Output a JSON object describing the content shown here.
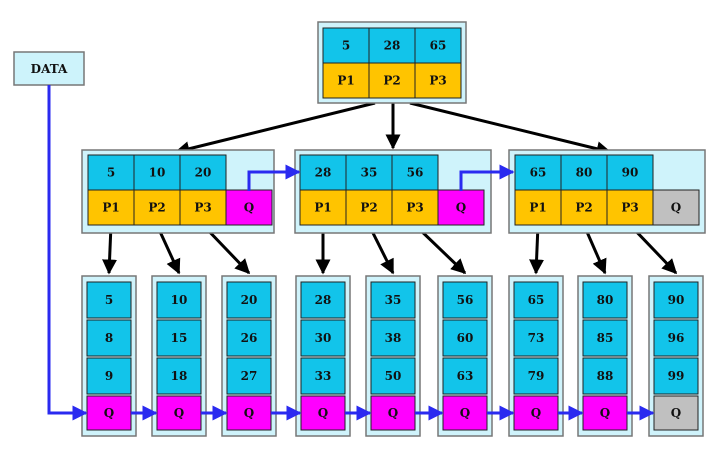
{
  "input_label": "DATA",
  "colors": {
    "key_cell": "#12c4ea",
    "pointer_cell": "#ffc400",
    "next_pointer": "#ff00ff",
    "null_pointer": "#c0c0c0",
    "node_background": "#cff3fb",
    "node_border": "#777777",
    "tree_arrow": "#000000",
    "link_arrow": "#2a2af0",
    "data_box": "#cdf3fb"
  },
  "root": {
    "keys": [
      "5",
      "28",
      "65"
    ],
    "pointers": [
      "P1",
      "P2",
      "P3"
    ]
  },
  "branches": [
    {
      "keys": [
        "5",
        "10",
        "20"
      ],
      "pointers": [
        "P1",
        "P2",
        "P3"
      ],
      "next": "Q",
      "next_is_null": false
    },
    {
      "keys": [
        "28",
        "35",
        "56"
      ],
      "pointers": [
        "P1",
        "P2",
        "P3"
      ],
      "next": "Q",
      "next_is_null": false
    },
    {
      "keys": [
        "65",
        "80",
        "90"
      ],
      "pointers": [
        "P1",
        "P2",
        "P3"
      ],
      "next": "Q",
      "next_is_null": true
    }
  ],
  "leaves": [
    {
      "keys": [
        "5",
        "8",
        "9"
      ],
      "next": "Q",
      "next_is_null": false
    },
    {
      "keys": [
        "10",
        "15",
        "18"
      ],
      "next": "Q",
      "next_is_null": false
    },
    {
      "keys": [
        "20",
        "26",
        "27"
      ],
      "next": "Q",
      "next_is_null": false
    },
    {
      "keys": [
        "28",
        "30",
        "33"
      ],
      "next": "Q",
      "next_is_null": false
    },
    {
      "keys": [
        "35",
        "38",
        "50"
      ],
      "next": "Q",
      "next_is_null": false
    },
    {
      "keys": [
        "56",
        "60",
        "63"
      ],
      "next": "Q",
      "next_is_null": false
    },
    {
      "keys": [
        "65",
        "73",
        "79"
      ],
      "next": "Q",
      "next_is_null": false
    },
    {
      "keys": [
        "80",
        "85",
        "88"
      ],
      "next": "Q",
      "next_is_null": false
    },
    {
      "keys": [
        "90",
        "96",
        "99"
      ],
      "next": "Q",
      "next_is_null": true
    }
  ]
}
